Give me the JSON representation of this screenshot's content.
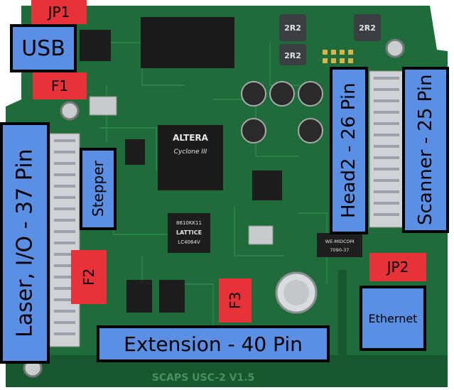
{
  "colors": {
    "pcb": "#1f6b3a",
    "pcb_dark": "#134d28",
    "label_blue": "#5b8fe4",
    "label_red": "#e8323a",
    "silkscreen": "#e8e8e8"
  },
  "labels": {
    "jp1": "JP1",
    "usb": "USB",
    "f1": "F1",
    "laser_io": "Laser, I/O - 37 Pin",
    "stepper": "Stepper",
    "f2": "F2",
    "f3": "F3",
    "extension": "Extension - 40 Pin",
    "head2": "Head2 - 26 Pin",
    "scanner": "Scanner - 25 Pin",
    "jp2": "JP2",
    "ethernet": "Ethernet"
  },
  "chip_markings": {
    "fpga_brand": "ALTERA",
    "fpga_family": "Cyclone III",
    "cpld_part": "8610KK11",
    "cpld_brand": "LATTICE",
    "cpld_model": "LC4064V",
    "magnetics_brand": "WE-MIDCOM",
    "magnetics_part": "7090-37",
    "inductor_mark": "2R2",
    "board_name": "SCAPS USC-2 V1.5"
  }
}
